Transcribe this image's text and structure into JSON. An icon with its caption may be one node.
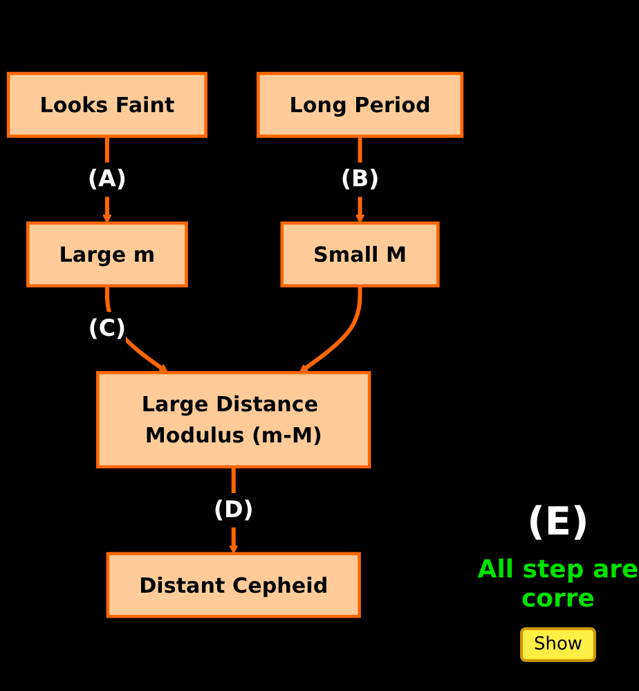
{
  "diagram": {
    "nodes": [
      {
        "text": [
          "Looks Faint"
        ]
      },
      {
        "text": [
          "Long Period"
        ]
      },
      {
        "text": [
          "Large m"
        ]
      },
      {
        "text": [
          "Small M"
        ]
      },
      {
        "text": [
          "Large Distance Modulus (m-M)"
        ]
      },
      {
        "text": [
          "Distant Cepheid"
        ]
      }
    ],
    "edges": [
      {
        "from": 0,
        "to": 2,
        "arrow": "to",
        "label": "(A)"
      },
      {
        "from": 1,
        "to": 3,
        "arrow": "to",
        "label": "(B)"
      },
      {
        "from": 2,
        "to": 4,
        "arrow": "to",
        "label": "(C)"
      },
      {
        "from": 3,
        "to": 4,
        "arrow": "to"
      },
      {
        "from": 4,
        "to": 5,
        "arrow": "to",
        "label": "(D)"
      }
    ],
    "labels": [
      "(E)",
      "All step are corre",
      "Show"
    ]
  }
}
